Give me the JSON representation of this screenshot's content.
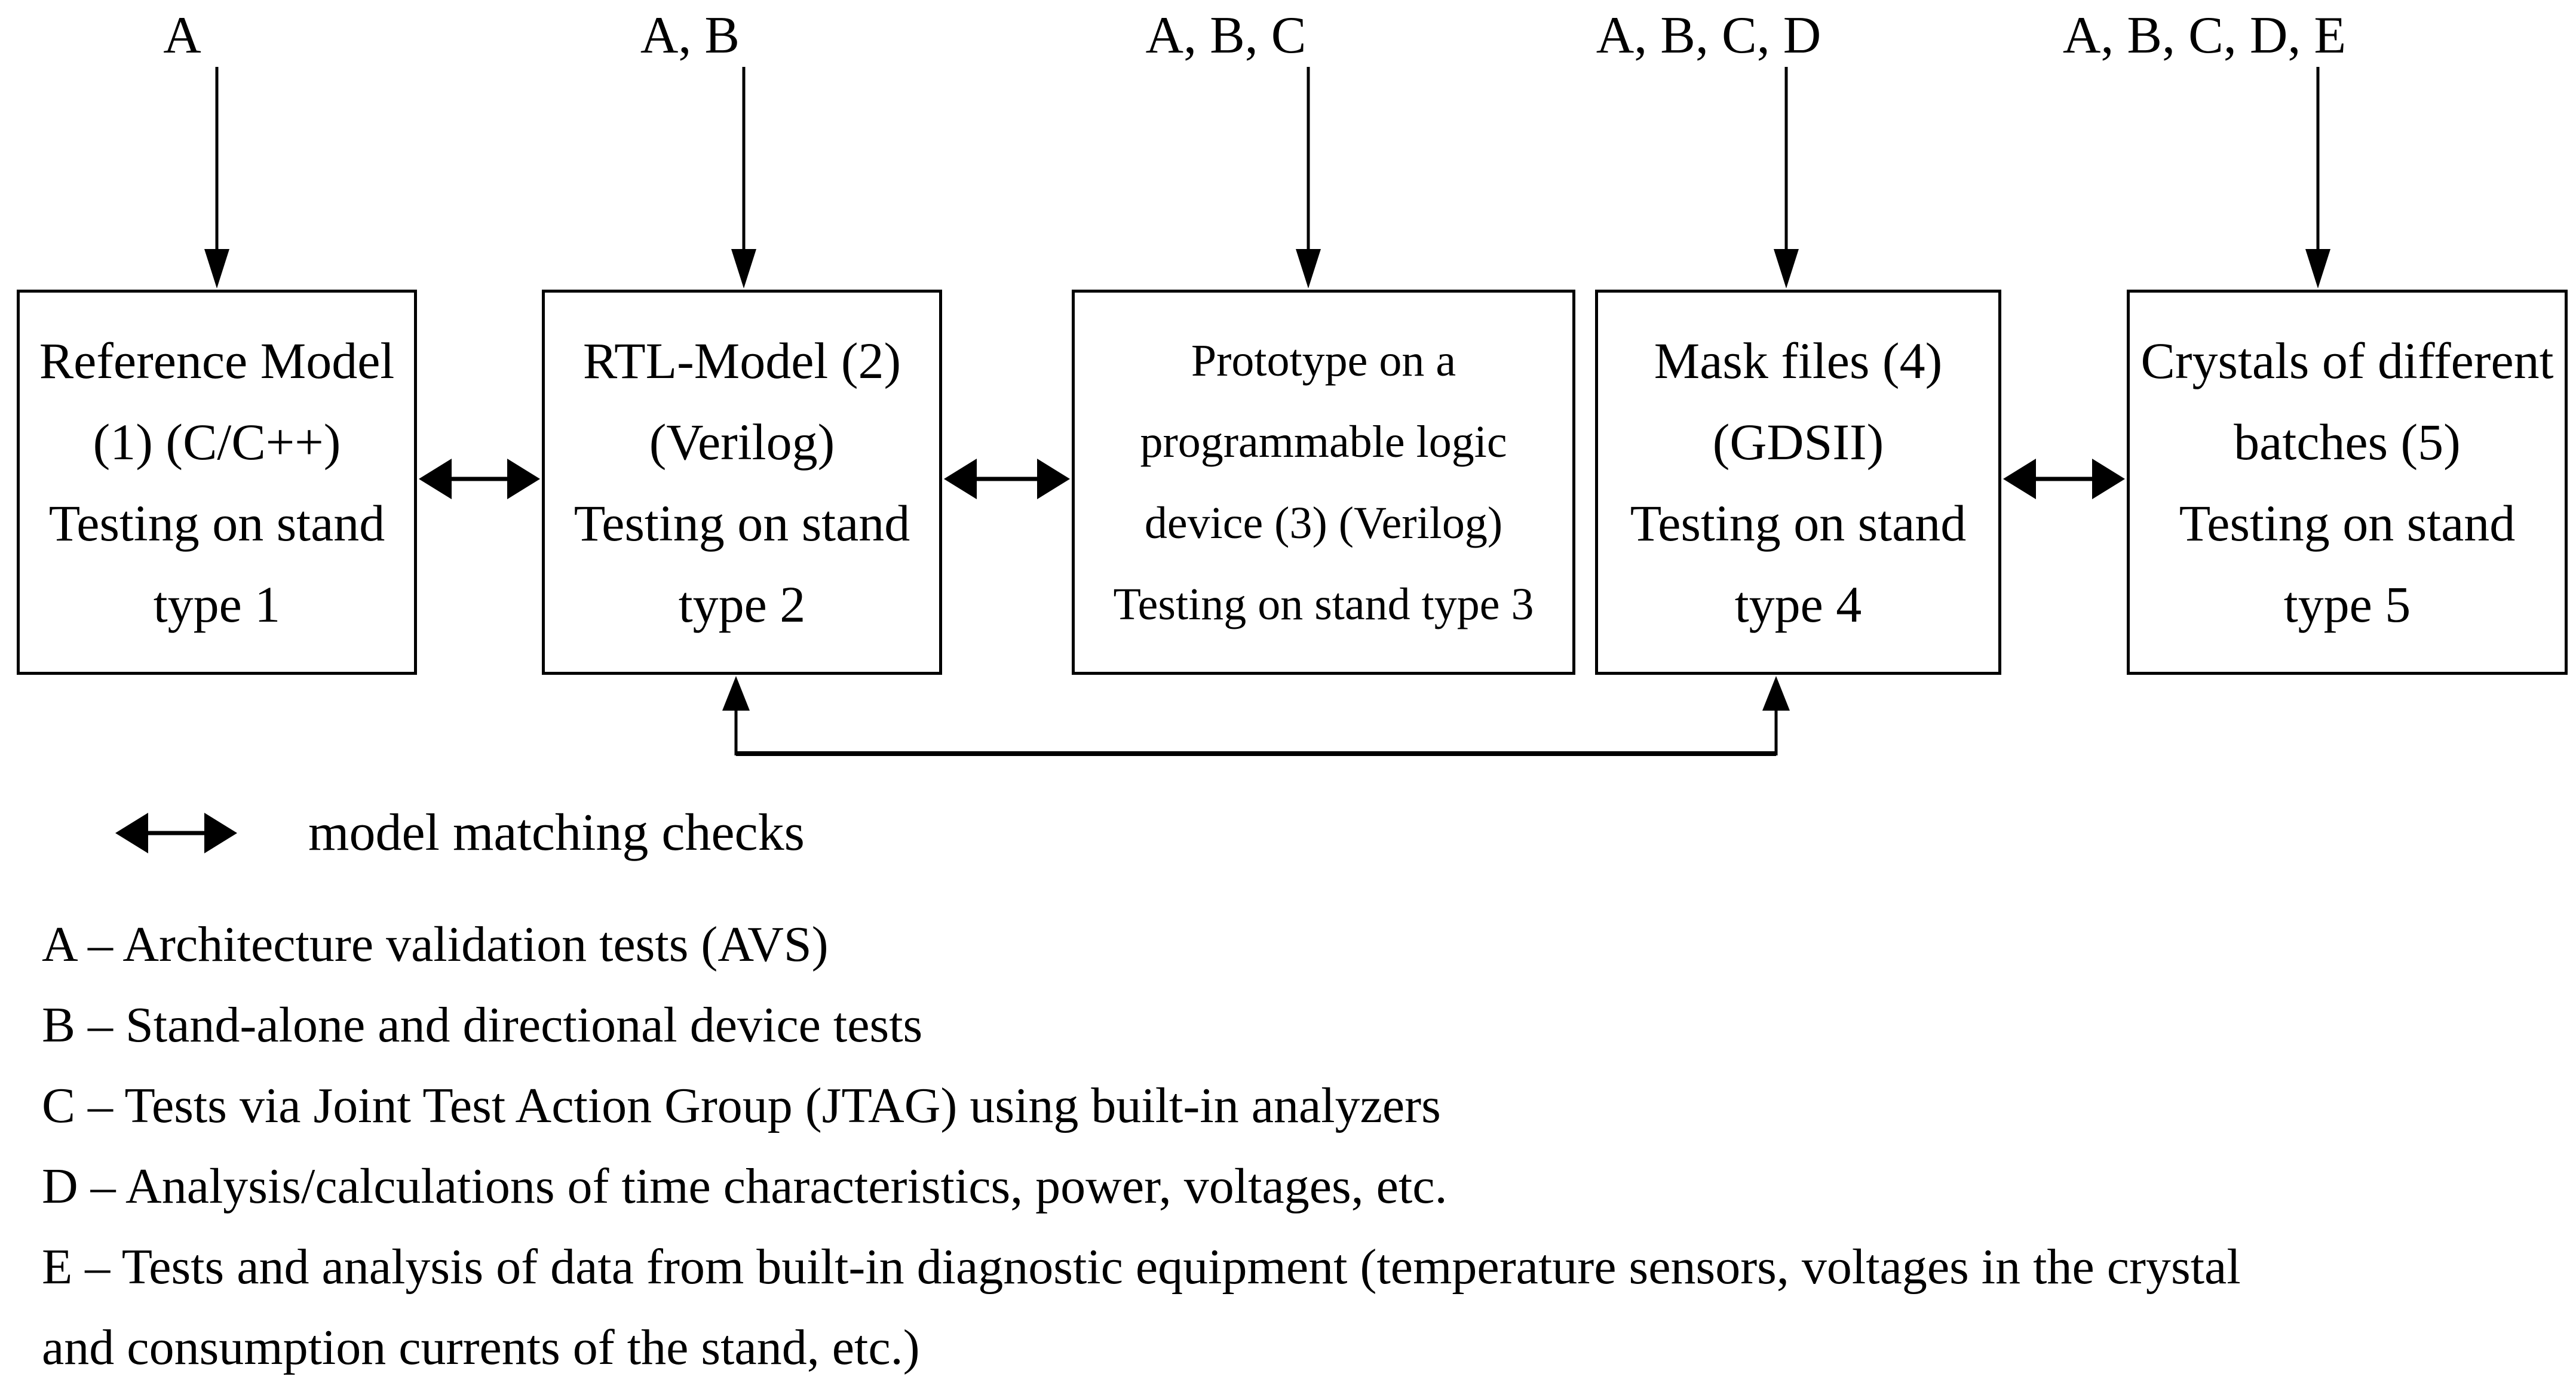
{
  "figure": {
    "stages": [
      {
        "tests_label": "A",
        "lines": [
          "Reference Model",
          "(1) (C/C++)",
          "Testing on stand",
          "type 1"
        ]
      },
      {
        "tests_label": "A, B",
        "lines": [
          "RTL-Model (2)",
          "(Verilog)",
          "Testing on stand",
          "type 2"
        ]
      },
      {
        "tests_label": "A, B, C",
        "lines": [
          "Prototype on a",
          "programmable logic",
          "device (3) (Verilog)",
          "Testing on stand type 3"
        ]
      },
      {
        "tests_label": "A, B, C, D",
        "lines": [
          "Mask files (4)",
          "(GDSII)",
          "Testing on stand",
          "type 4"
        ]
      },
      {
        "tests_label": "A, B, C, D, E",
        "lines": [
          "Crystals of different",
          "batches (5)",
          "Testing on stand",
          "type 5"
        ]
      }
    ],
    "legend": {
      "symbol": "double-headed-arrow",
      "label": "model matching checks"
    },
    "definitions": [
      "A – Architecture validation tests (AVS)",
      "B – Stand-alone and directional device tests",
      "C – Tests via Joint Test Action Group (JTAG) using built-in analyzers",
      "D – Analysis/calculations of time characteristics, power, voltages, etc.",
      "E – Tests and analysis of data from built-in diagnostic equipment (temperature sensors, voltages in the crystal",
      "and consumption currents of the stand, etc.)"
    ],
    "colors": {
      "ink": "#000000",
      "background": "#ffffff"
    }
  }
}
